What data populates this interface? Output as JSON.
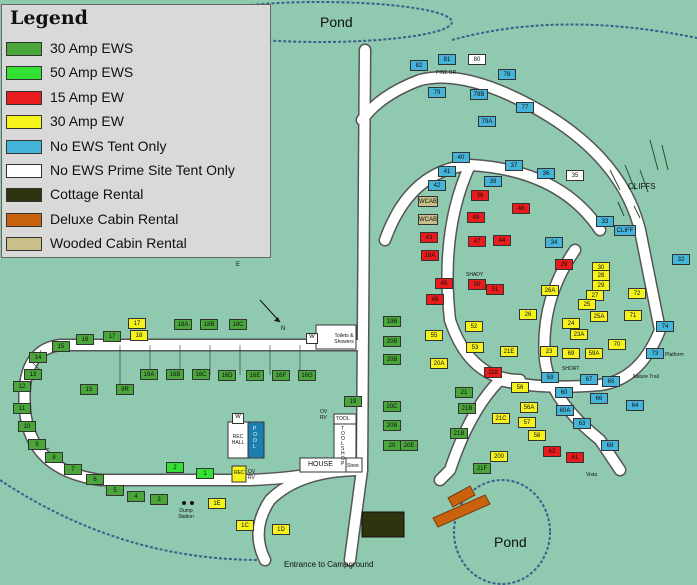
{
  "legend": {
    "title": "Legend",
    "items": [
      {
        "label": "30 Amp EWS",
        "color": "#4aa63a"
      },
      {
        "label": "50 Amp EWS",
        "color": "#33e033"
      },
      {
        "label": "15 Amp EW",
        "color": "#e81c1c"
      },
      {
        "label": "30 Amp EW",
        "color": "#f5f21c"
      },
      {
        "label": "No EWS Tent Only",
        "color": "#45b4d9"
      },
      {
        "label": "No EWS Prime Site Tent Only",
        "color": "#ffffff"
      },
      {
        "label": "Cottage Rental",
        "color": "#2e3410"
      },
      {
        "label": "Deluxe Cabin Rental",
        "color": "#c9620f"
      },
      {
        "label": "Wooded Cabin Rental",
        "color": "#c8c088"
      }
    ]
  },
  "labels": {
    "pond_top": "Pond",
    "pond_bottom": "Pond",
    "cliffs": "CLIFFS",
    "entrance": "Entrance to Campground",
    "pine_dr": "PINE DR",
    "shady": "SHADY",
    "short": "SHORT",
    "nature_trail": "Nature Trail",
    "platform": "Platform",
    "vista": "Vista",
    "toilets": "Toilets & Showers",
    "dump": "Dump Station",
    "house": "HOUSE",
    "store": "Store",
    "ovrv1": "OV RV",
    "ovrv2": "OV RV",
    "tool": "TOOL",
    "tool_shop": "TOOL SHOP",
    "rec_hall": "REC HALL",
    "pool": "POOL",
    "rec": "REC",
    "w1": "W",
    "w2": "W",
    "compass_n": "N",
    "compass_e": "E"
  },
  "sites": [
    {
      "id": "82",
      "type": "No EWS Tent Only"
    },
    {
      "id": "81",
      "type": "No EWS Tent Only"
    },
    {
      "id": "80",
      "type": "No EWS Prime Site Tent Only"
    },
    {
      "id": "79",
      "type": "No EWS Tent Only"
    },
    {
      "id": "79B",
      "type": "No EWS Tent Only"
    },
    {
      "id": "78",
      "type": "No EWS Tent Only"
    },
    {
      "id": "77",
      "type": "No EWS Tent Only"
    },
    {
      "id": "79A",
      "type": "No EWS Tent Only"
    },
    {
      "id": "40",
      "type": "No EWS Tent Only"
    },
    {
      "id": "41",
      "type": "No EWS Tent Only"
    },
    {
      "id": "39",
      "type": "No EWS Tent Only"
    },
    {
      "id": "37",
      "type": "No EWS Tent Only"
    },
    {
      "id": "36",
      "type": "No EWS Tent Only"
    },
    {
      "id": "35",
      "type": "No EWS Prime Site Tent Only"
    },
    {
      "id": "42",
      "type": "No EWS Tent Only"
    },
    {
      "id": "33",
      "type": "No EWS Tent Only"
    },
    {
      "id": "CLIFF",
      "type": "No EWS Tent Only"
    },
    {
      "id": "34",
      "type": "No EWS Tent Only"
    },
    {
      "id": "WCAB",
      "type": "Wooded Cabin Rental"
    },
    {
      "id": "WCAB",
      "type": "Wooded Cabin Rental"
    },
    {
      "id": "43",
      "type": "15 Amp EW"
    },
    {
      "id": "18A",
      "type": "15 Amp EW"
    },
    {
      "id": "38",
      "type": "15 Amp EW"
    },
    {
      "id": "46",
      "type": "15 Amp EW"
    },
    {
      "id": "48",
      "type": "15 Amp EW"
    },
    {
      "id": "47",
      "type": "15 Amp EW"
    },
    {
      "id": "44",
      "type": "15 Amp EW"
    },
    {
      "id": "45",
      "type": "15 Amp EW"
    },
    {
      "id": "50",
      "type": "15 Amp EW"
    },
    {
      "id": "49",
      "type": "15 Amp EW"
    },
    {
      "id": "51",
      "type": "15 Amp EW"
    },
    {
      "id": "29",
      "type": "15 Amp EW"
    },
    {
      "id": "62",
      "type": "15 Amp EW"
    },
    {
      "id": "61",
      "type": "15 Amp EW"
    },
    {
      "id": "119",
      "type": "15 Amp EW"
    },
    {
      "id": "30",
      "type": "30 Amp EW"
    },
    {
      "id": "28",
      "type": "30 Amp EW"
    },
    {
      "id": "29",
      "type": "30 Amp EW"
    },
    {
      "id": "26A",
      "type": "30 Amp EW"
    },
    {
      "id": "27",
      "type": "30 Amp EW"
    },
    {
      "id": "25",
      "type": "30 Amp EW"
    },
    {
      "id": "72",
      "type": "30 Amp EW"
    },
    {
      "id": "25A",
      "type": "30 Amp EW"
    },
    {
      "id": "71",
      "type": "30 Amp EW"
    },
    {
      "id": "26",
      "type": "30 Amp EW"
    },
    {
      "id": "24",
      "type": "30 Amp EW"
    },
    {
      "id": "23A",
      "type": "30 Amp EW"
    },
    {
      "id": "52",
      "type": "30 Amp EW"
    },
    {
      "id": "53",
      "type": "30 Amp EW"
    },
    {
      "id": "21E",
      "type": "30 Amp EW"
    },
    {
      "id": "23",
      "type": "30 Amp EW"
    },
    {
      "id": "69",
      "type": "30 Amp EW"
    },
    {
      "id": "59A",
      "type": "30 Amp EW"
    },
    {
      "id": "70",
      "type": "30 Amp EW"
    },
    {
      "id": "56",
      "type": "30 Amp EW"
    },
    {
      "id": "56A",
      "type": "30 Amp EW"
    },
    {
      "id": "57",
      "type": "30 Amp EW"
    },
    {
      "id": "58",
      "type": "30 Amp EW"
    },
    {
      "id": "21C",
      "type": "30 Amp EW"
    },
    {
      "id": "200",
      "type": "30 Amp EW"
    },
    {
      "id": "55",
      "type": "30 Amp EW"
    },
    {
      "id": "20A",
      "type": "30 Amp EW"
    },
    {
      "id": "17",
      "type": "30 Amp EW"
    },
    {
      "id": "18",
      "type": "30 Amp EW"
    },
    {
      "id": "1E",
      "type": "30 Amp EW"
    },
    {
      "id": "1C",
      "type": "30 Amp EW"
    },
    {
      "id": "1D",
      "type": "30 Amp EW"
    },
    {
      "id": "32",
      "type": "No EWS Tent Only"
    },
    {
      "id": "74",
      "type": "No EWS Tent Only"
    },
    {
      "id": "73",
      "type": "No EWS Tent Only"
    },
    {
      "id": "59",
      "type": "No EWS Tent Only"
    },
    {
      "id": "67",
      "type": "No EWS Tent Only"
    },
    {
      "id": "65",
      "type": "No EWS Tent Only"
    },
    {
      "id": "64",
      "type": "No EWS Tent Only"
    },
    {
      "id": "60",
      "type": "No EWS Tent Only"
    },
    {
      "id": "60A",
      "type": "No EWS Tent Only"
    },
    {
      "id": "66",
      "type": "No EWS Tent Only"
    },
    {
      "id": "63",
      "type": "No EWS Tent Only"
    },
    {
      "id": "68",
      "type": "No EWS Tent Only"
    },
    {
      "id": "19B",
      "type": "30 Amp EWS"
    },
    {
      "id": "20B",
      "type": "30 Amp EWS"
    },
    {
      "id": "20B",
      "type": "30 Amp EWS"
    },
    {
      "id": "19",
      "type": "30 Amp EWS"
    },
    {
      "id": "20C",
      "type": "30 Amp EWS"
    },
    {
      "id": "20E",
      "type": "30 Amp EWS"
    },
    {
      "id": "21",
      "type": "30 Amp EWS"
    },
    {
      "id": "21B",
      "type": "30 Amp EWS"
    },
    {
      "id": "21B",
      "type": "30 Amp EWS"
    },
    {
      "id": "21F",
      "type": "30 Amp EWS"
    },
    {
      "id": "20B",
      "type": "30 Amp EWS"
    },
    {
      "id": "20",
      "type": "30 Amp EWS"
    },
    {
      "id": "18A",
      "type": "30 Amp EWS"
    },
    {
      "id": "18B",
      "type": "30 Amp EWS"
    },
    {
      "id": "18C",
      "type": "30 Amp EWS"
    },
    {
      "id": "17",
      "type": "30 Amp EWS"
    },
    {
      "id": "16",
      "type": "30 Amp EWS"
    },
    {
      "id": "15",
      "type": "30 Amp EWS"
    },
    {
      "id": "14",
      "type": "30 Amp EWS"
    },
    {
      "id": "13",
      "type": "30 Amp EWS"
    },
    {
      "id": "12",
      "type": "30 Amp EWS"
    },
    {
      "id": "11",
      "type": "30 Amp EWS"
    },
    {
      "id": "10",
      "type": "30 Amp EWS"
    },
    {
      "id": "9",
      "type": "30 Amp EWS"
    },
    {
      "id": "8",
      "type": "30 Amp EWS"
    },
    {
      "id": "7",
      "type": "30 Amp EWS"
    },
    {
      "id": "6",
      "type": "30 Amp EWS"
    },
    {
      "id": "5",
      "type": "30 Amp EWS"
    },
    {
      "id": "4",
      "type": "30 Amp EWS"
    },
    {
      "id": "3",
      "type": "30 Amp EWS"
    },
    {
      "id": "2",
      "type": "50 Amp EWS"
    },
    {
      "id": "1",
      "type": "50 Amp EWS"
    },
    {
      "id": "15",
      "type": "30 Amp EWS"
    },
    {
      "id": "9R",
      "type": "30 Amp EWS"
    },
    {
      "id": "16A",
      "type": "30 Amp EWS"
    },
    {
      "id": "16B",
      "type": "30 Amp EWS"
    },
    {
      "id": "16C",
      "type": "30 Amp EWS"
    },
    {
      "id": "16D",
      "type": "30 Amp EWS"
    },
    {
      "id": "16E",
      "type": "30 Amp EWS"
    },
    {
      "id": "16F",
      "type": "30 Amp EWS"
    },
    {
      "id": "16G",
      "type": "30 Amp EWS"
    }
  ]
}
